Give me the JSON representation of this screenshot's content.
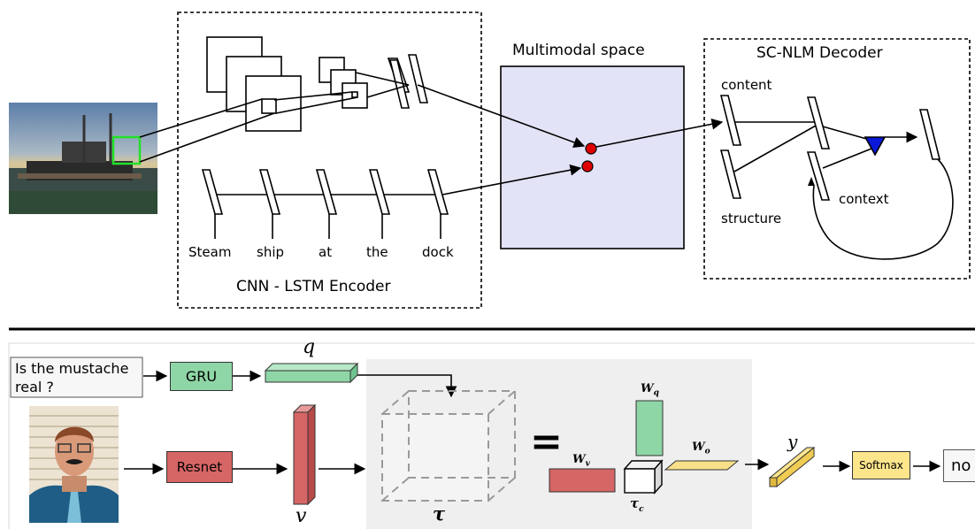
{
  "top": {
    "encoder_title": "CNN - LSTM Encoder",
    "multimodal_title": "Multimodal space",
    "decoder_title": "SC-NLM Decoder",
    "words": [
      "Steam",
      "ship",
      "at",
      "the",
      "dock"
    ],
    "content_label": "content",
    "structure_label": "structure",
    "context_label": "context"
  },
  "bottom": {
    "question": [
      "Is the mustache",
      "real ?"
    ],
    "gru_label": "GRU",
    "resnet_label": "Resnet",
    "q_symbol": "q",
    "v_symbol": "v",
    "tau_symbol": "τ",
    "equals_symbol": "=",
    "wv_main": "W",
    "wv_sub": "v",
    "wq_main": "W",
    "wq_sub": "q",
    "wo_main": "W",
    "wo_sub": "o",
    "tauc_main": "τ",
    "tauc_sub": "c",
    "y_symbol": "y",
    "softmax_label": "Softmax",
    "answer": "no"
  },
  "colors": {
    "multimodal_fill": "#e3e3f7",
    "red_node": "#e00000",
    "blue_triangle": "#0a18d8",
    "gru_fill": "#8fd6a6",
    "resnet_fill": "#d66565",
    "softmax_fill": "#fde58c",
    "wo_fill": "#f7e089",
    "core_bg": "#efefef"
  }
}
